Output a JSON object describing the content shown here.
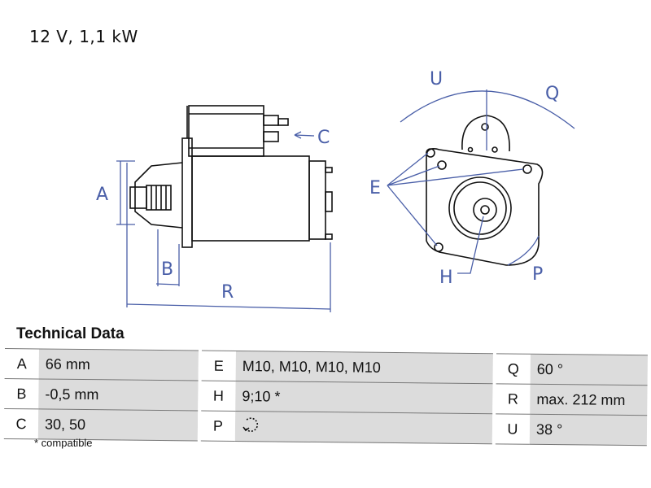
{
  "spec_title": "12 V, 1,1 kW",
  "section_title": "Technical Data",
  "diagram_labels": {
    "A": "A",
    "B": "B",
    "C": "C",
    "E": "E",
    "H": "H",
    "P": "P",
    "Q": "Q",
    "R": "R",
    "U": "U"
  },
  "rows": [
    {
      "k1": "A",
      "v1": "66 mm",
      "k2": "E",
      "v2": "M10, M10, M10, M10",
      "k3": "Q",
      "v3": "60 °"
    },
    {
      "k1": "B",
      "v1": "-0,5 mm",
      "k2": "H",
      "v2": "9;10 *",
      "k3": "R",
      "v3": "max. 212 mm"
    },
    {
      "k1": "C",
      "v1": "30, 50",
      "k2": "P",
      "v2": "",
      "k3": "U",
      "v3": "38 °"
    }
  ],
  "footnote": "* compatible",
  "icons": {
    "rotation": "counterclockwise-rotation-icon"
  },
  "colors": {
    "dimension_lines": "#4a5fa8",
    "table_fill": "#dcdcdc"
  }
}
